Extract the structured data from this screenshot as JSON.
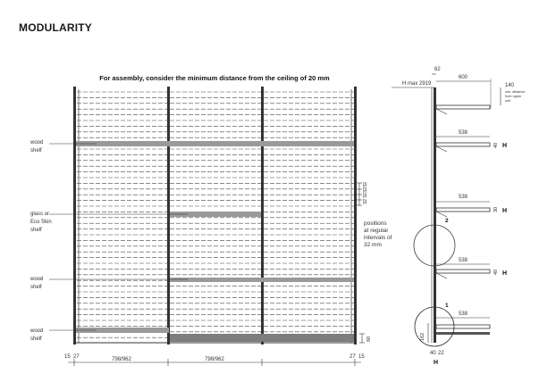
{
  "title": "MODULARITY",
  "front_view": {
    "heading": "For assembly, consider the minimum distance from the ceiling of 20 mm",
    "labels": {
      "wood_shelf_top": [
        "wood",
        "shelf"
      ],
      "glass_shelf": [
        "glass or",
        "Eco Skin",
        "shelf"
      ],
      "wood_shelf_mid": [
        "wood",
        "shelf"
      ],
      "wood_shelf_bottom": [
        "wood",
        "shelf"
      ]
    },
    "pitch_dims": [
      "32",
      "32",
      "32",
      "32"
    ],
    "positions_note": [
      "positions",
      "at regular",
      "intervals of",
      "32 mm"
    ],
    "base_dim": "60",
    "bottom_dims": {
      "left_a": "15",
      "left_b": "27",
      "bay_1": "798/962",
      "bay_2": "798/962",
      "right_a": "27",
      "right_b": "15"
    }
  },
  "side_view": {
    "h_max": "H max 2919",
    "top_offset": "62",
    "depth_600": "600",
    "ceiling_dim": "140",
    "ceiling_note": [
      "min. distance",
      "from upper",
      "unit"
    ],
    "shelf_depths": [
      "538",
      "538",
      "538",
      "538"
    ],
    "shelf_heights": [
      "40",
      "30",
      "40"
    ],
    "h_marks": [
      "H",
      "H",
      "H"
    ],
    "detail_1": "1",
    "detail_2": "2",
    "base_height": "162",
    "base_width_a": "40",
    "base_width_b": "22",
    "base_h_mark": "H"
  }
}
